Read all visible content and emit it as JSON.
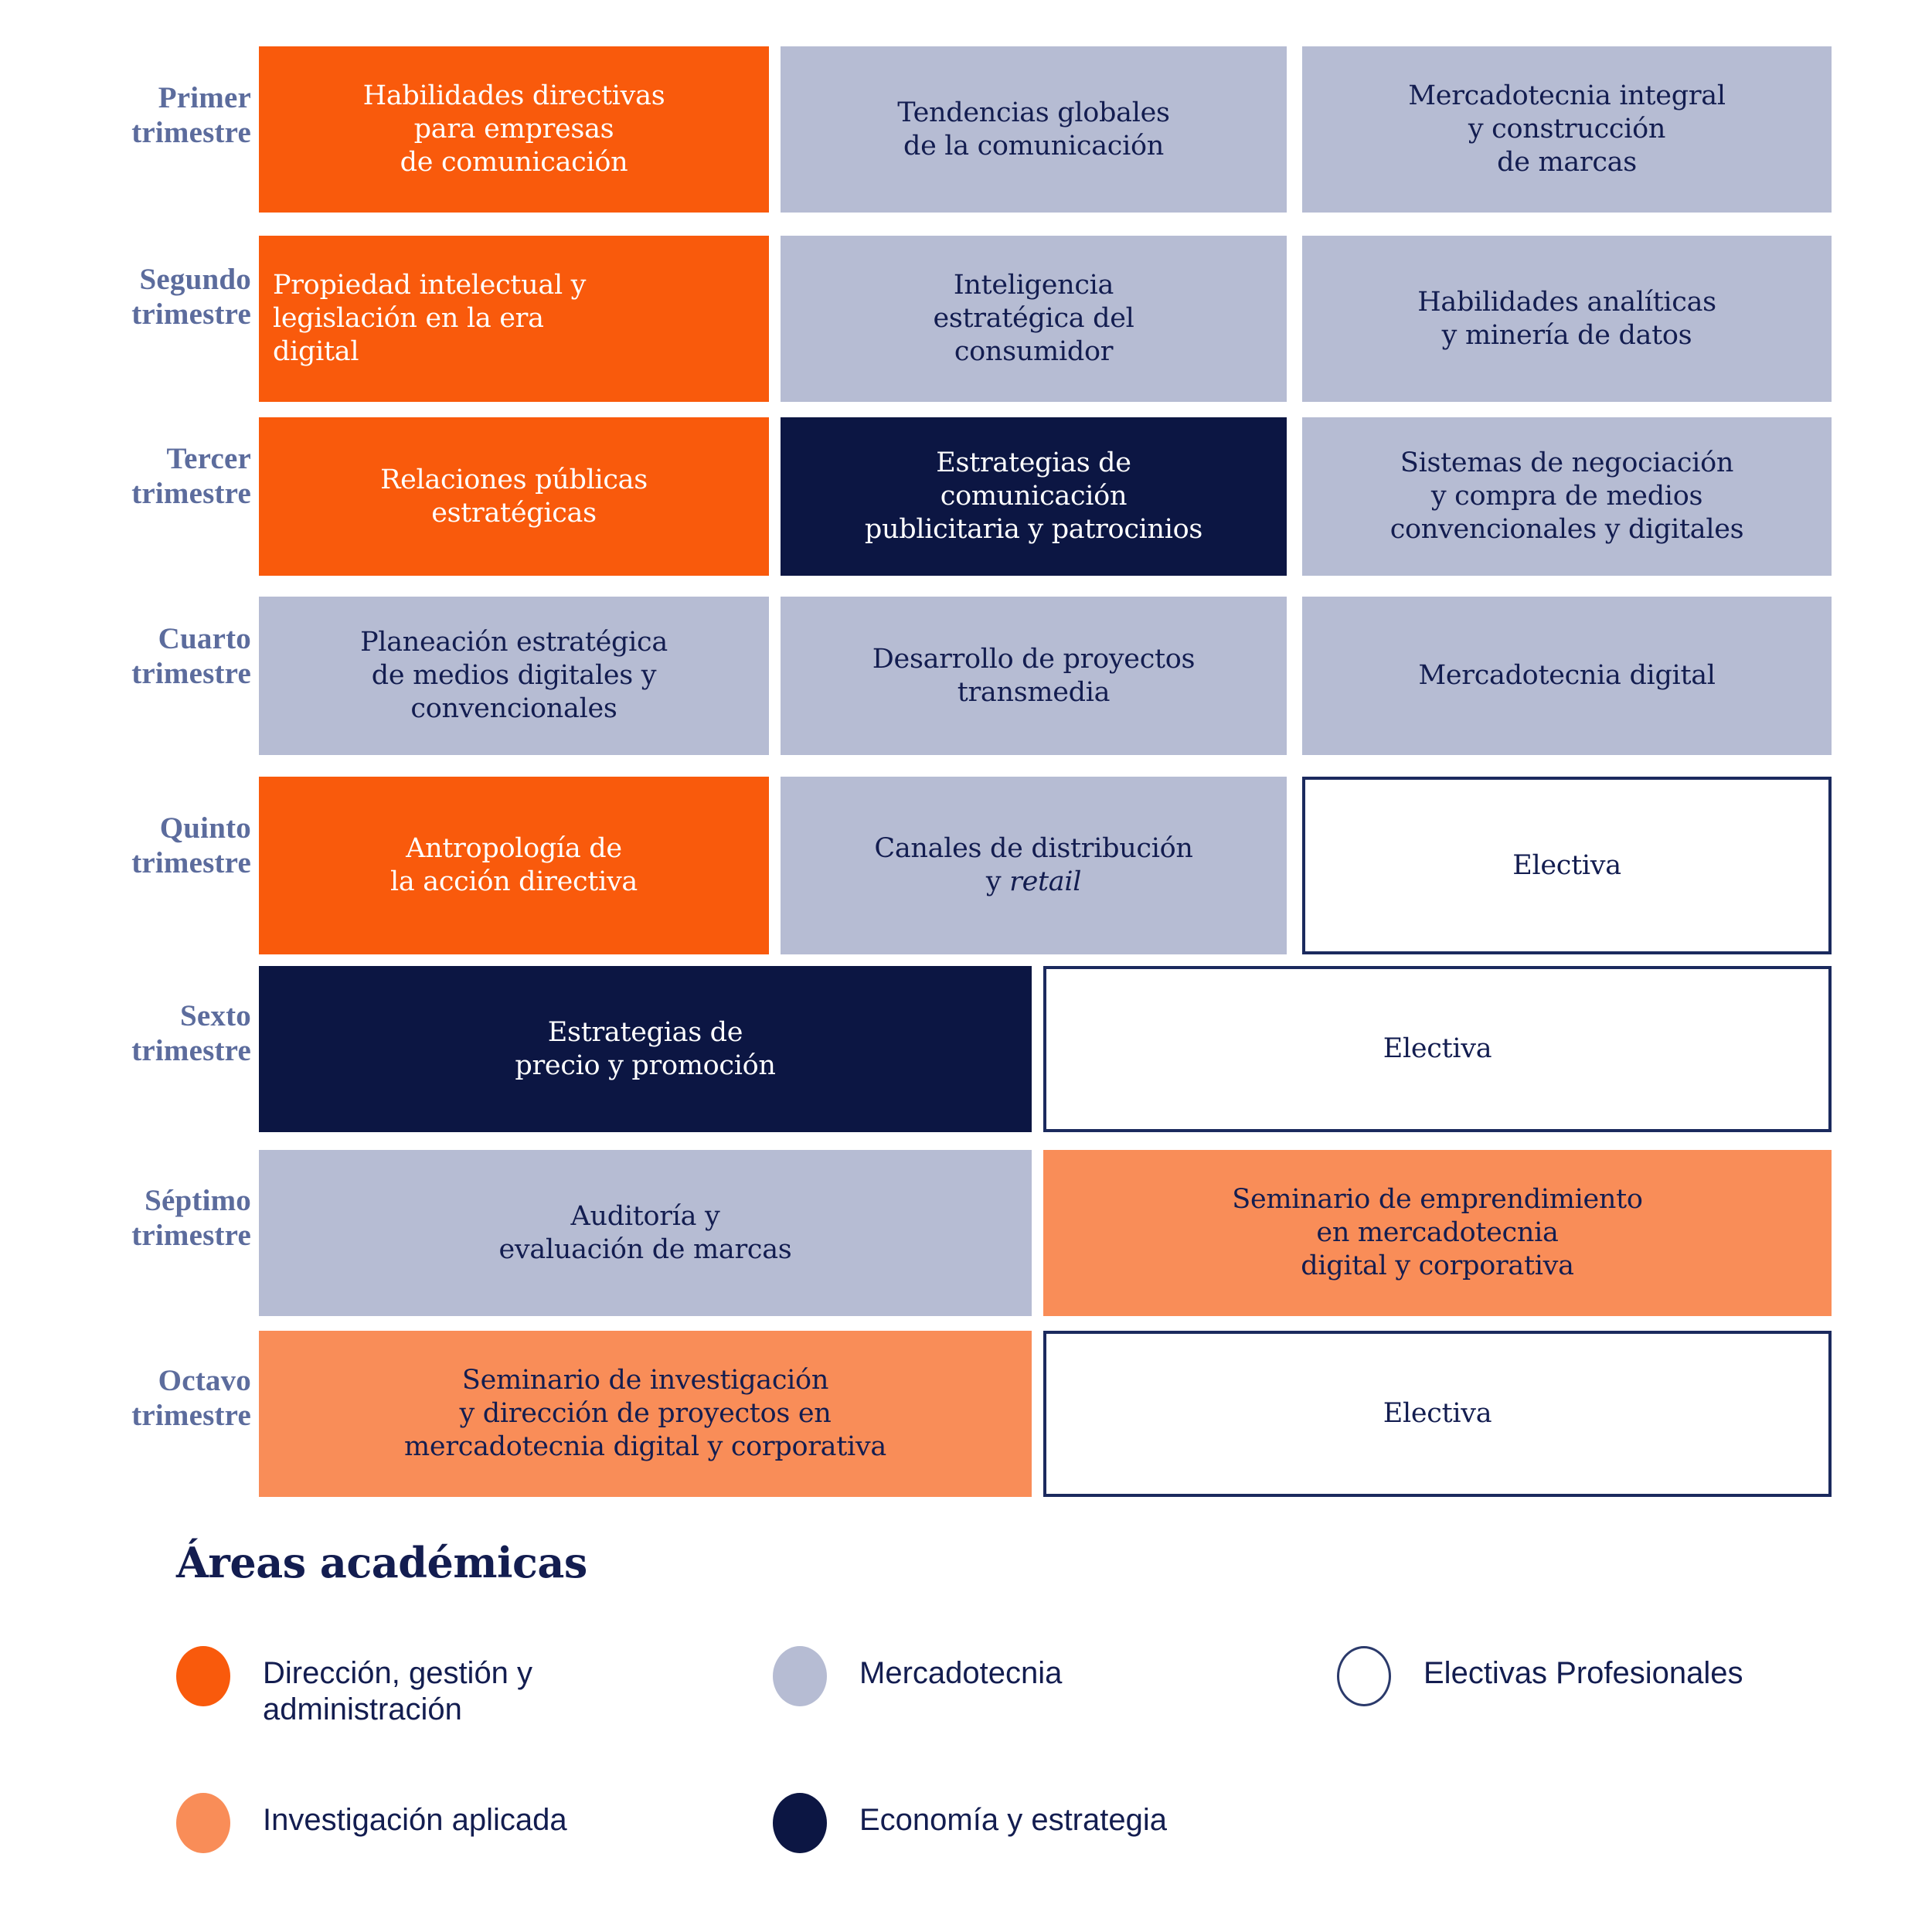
{
  "colors": {
    "direccion": "#F95A0C",
    "investigacion": "#F98D58",
    "mercadotecnia": "#B6BCD3",
    "economia": "#0C1643",
    "electivas_border": "#1B2A5E",
    "navy_text": "#131D50",
    "trimester_label": "#5C6C9D",
    "page_background": "#FFFFFF"
  },
  "trimesters": [
    {
      "label": "Primer\ntrimestre"
    },
    {
      "label": "Segundo\ntrimestre"
    },
    {
      "label": "Tercer\ntrimestre"
    },
    {
      "label": "Cuarto\ntrimestre"
    },
    {
      "label": "Quinto\ntrimestre"
    },
    {
      "label": "Sexto\ntrimestre"
    },
    {
      "label": "Séptimo\ntrimestre"
    },
    {
      "label": "Octavo\ntrimestre"
    }
  ],
  "courses": {
    "r1c1": "Habilidades directivas\npara empresas\nde comunicación",
    "r1c2": "Tendencias globales\nde la comunicación",
    "r1c3": "Mercadotecnia integral\ny construcción\nde marcas",
    "r2c1": "Propiedad intelectual y\nlegislación en la era\ndigital",
    "r2c2": "Inteligencia\nestratégica del\nconsumidor",
    "r2c3": "Habilidades analíticas\ny minería de datos",
    "r3c1": "Relaciones públicas\nestratégicas",
    "r3c2": "Estrategias de\ncomunicación\npublicitaria y patrocinios",
    "r3c3": "Sistemas de negociación\ny compra de medios\nconvencionales y digitales",
    "r4c1": "Planeación estratégica\nde medios digitales y\nconvencionales",
    "r4c2": "Desarrollo de proyectos\ntransmedia",
    "r4c3": "Mercadotecnia digital",
    "r5c1": "Antropología de\nla acción directiva",
    "r5c2_pre": "Canales de distribución\ny ",
    "r5c2_italic": "retail",
    "r5c3": "Electiva",
    "r6c1": "Estrategias de\nprecio y promoción",
    "r6c2": "Electiva",
    "r7c1": "Auditoría y\nevaluación de marcas",
    "r7c2": "Seminario de emprendimiento\nen mercadotecnia\ndigital y corporativa",
    "r8c1": "Seminario de investigación\ny dirección de proyectos en\nmercadotecnia digital y corporativa",
    "r8c2": "Electiva"
  },
  "legend": {
    "title": "Áreas académicas",
    "items": [
      {
        "label": "Dirección, gestión y\nadministración",
        "area": "direccion",
        "swatch": "filled-circle-orange"
      },
      {
        "label": "Investigación aplicada",
        "area": "investigacion",
        "swatch": "filled-circle-salmon"
      },
      {
        "label": "Mercadotecnia",
        "area": "mercadotecnia",
        "swatch": "filled-circle-gray-blue"
      },
      {
        "label": "Economía y estrategia",
        "area": "economia",
        "swatch": "filled-circle-navy"
      },
      {
        "label": "Electivas Profesionales",
        "area": "electivas",
        "swatch": "outline-circle-white"
      }
    ]
  }
}
